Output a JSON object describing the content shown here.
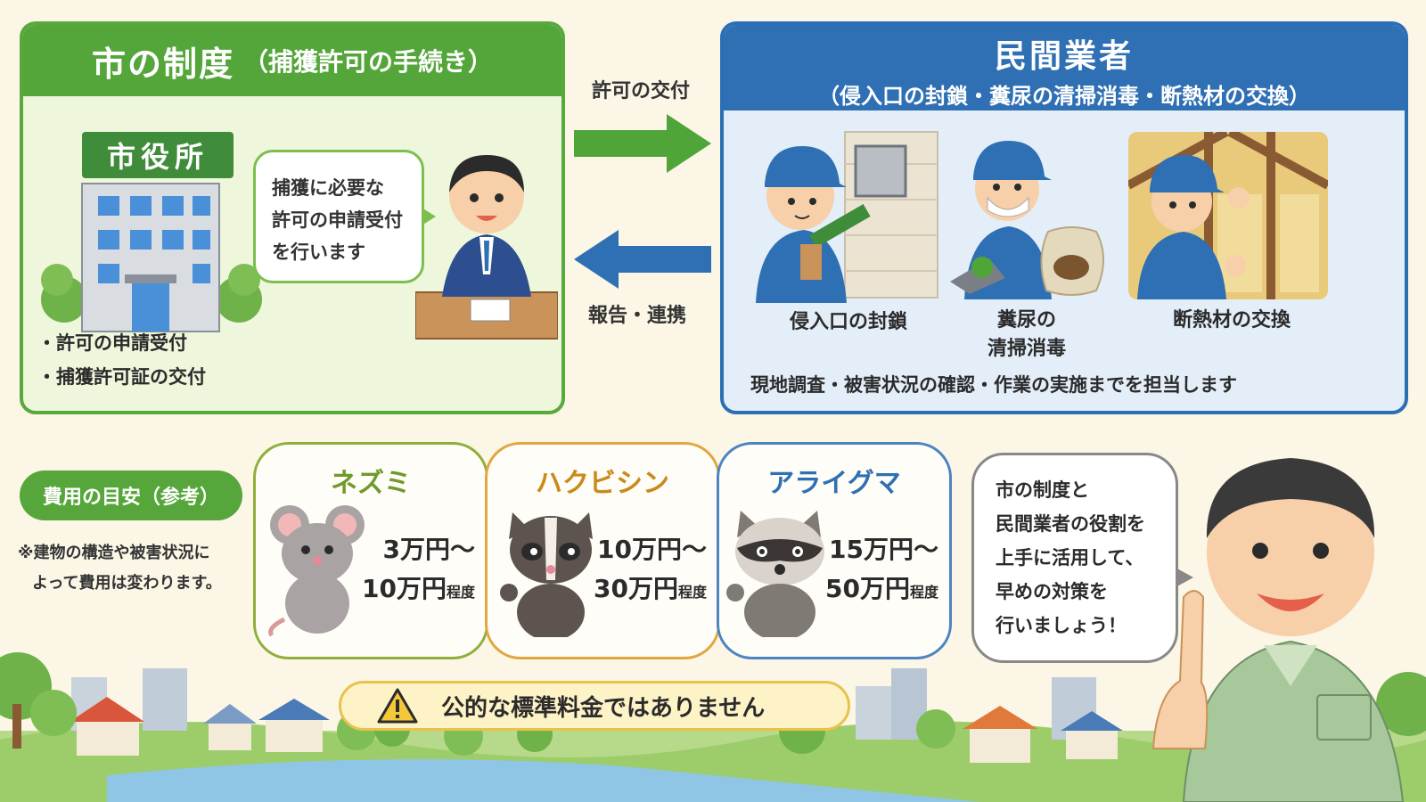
{
  "city": {
    "title": "市の制度",
    "subtitle": "（捕獲許可の手続き）",
    "sign": "市役所",
    "speech": [
      "捕獲に必要な",
      "許可の申請受付",
      "を行います"
    ],
    "list": [
      "・許可の申請受付",
      "・捕獲許可証の交付"
    ]
  },
  "arrows": {
    "to_private": "許可の交付",
    "to_city": "報告・連携"
  },
  "private": {
    "title": "民間業者",
    "subtitle": "（侵入口の封鎖・糞尿の清掃消毒・断熱材の交換）",
    "works": [
      {
        "label": "侵入口の封鎖"
      },
      {
        "label_line1": "糞尿の",
        "label_line2": "清掃消毒"
      },
      {
        "label": "断熱材の交換"
      }
    ],
    "note": "現地調査・被害状況の確認・作業の実施までを担当します"
  },
  "cost": {
    "pill": "費用の目安（参考）",
    "note_line1": "※建物の構造や被害状況に",
    "note_line2": "よって費用は変わります。",
    "animals": [
      {
        "name": "ネズミ",
        "price1": "3万円〜",
        "price2": "10万円",
        "suffix": "程度",
        "color": "#6f9a2c"
      },
      {
        "name": "ハクビシン",
        "price1": "10万円〜",
        "price2": "30万円",
        "suffix": "程度",
        "color": "#c98a1c"
      },
      {
        "name": "アライグマ",
        "price1": "15万円〜",
        "price2": "50万円",
        "suffix": "程度",
        "color": "#2f6fb3"
      }
    ],
    "warning": "公的な標準料金ではありません"
  },
  "advisor": {
    "speech": [
      "市の制度と",
      "民間業者の役割を",
      "上手に活用して、",
      "早めの対策を",
      "行いましょう！"
    ]
  },
  "colors": {
    "green": "#54a63a",
    "blue": "#2f6fb3",
    "warning": "#e9c24d"
  }
}
